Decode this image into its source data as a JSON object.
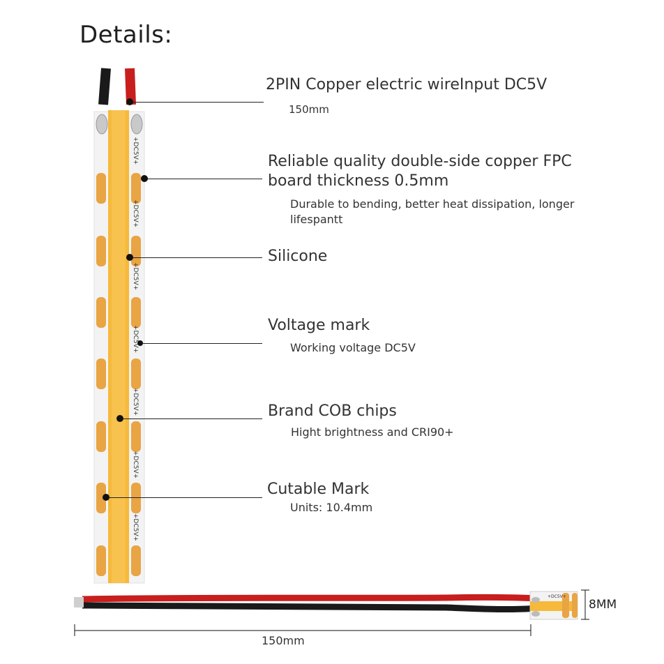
{
  "heading": "Details:",
  "features": [
    {
      "title": "2PIN Copper electric wireInput DC5V",
      "sub": "150mm"
    },
    {
      "title": "Reliable  quality double-side copper FPC",
      "title2": "board thickness 0.5mm",
      "sub": "Durable to bending, better heat dissipation, longer",
      "sub2": "lifespantt"
    },
    {
      "title": "Silicone"
    },
    {
      "title": "Voltage mark",
      "sub": "Working voltage DC5V"
    },
    {
      "title": "Brand COB chips",
      "sub": "Hight brightness and CRI90+"
    },
    {
      "title": "Cutable Mark",
      "sub": "Units: 10.4mm"
    }
  ],
  "strip_marking": "+DC5V+",
  "dimensions": {
    "length": "150mm",
    "width": "8MM"
  },
  "colors": {
    "strip_yellow": "#f6b93b",
    "pad_orange": "#e9a444",
    "pcb_white": "#f3f3f3",
    "wire_red": "#c81e1e",
    "wire_black": "#1a1a1a"
  }
}
